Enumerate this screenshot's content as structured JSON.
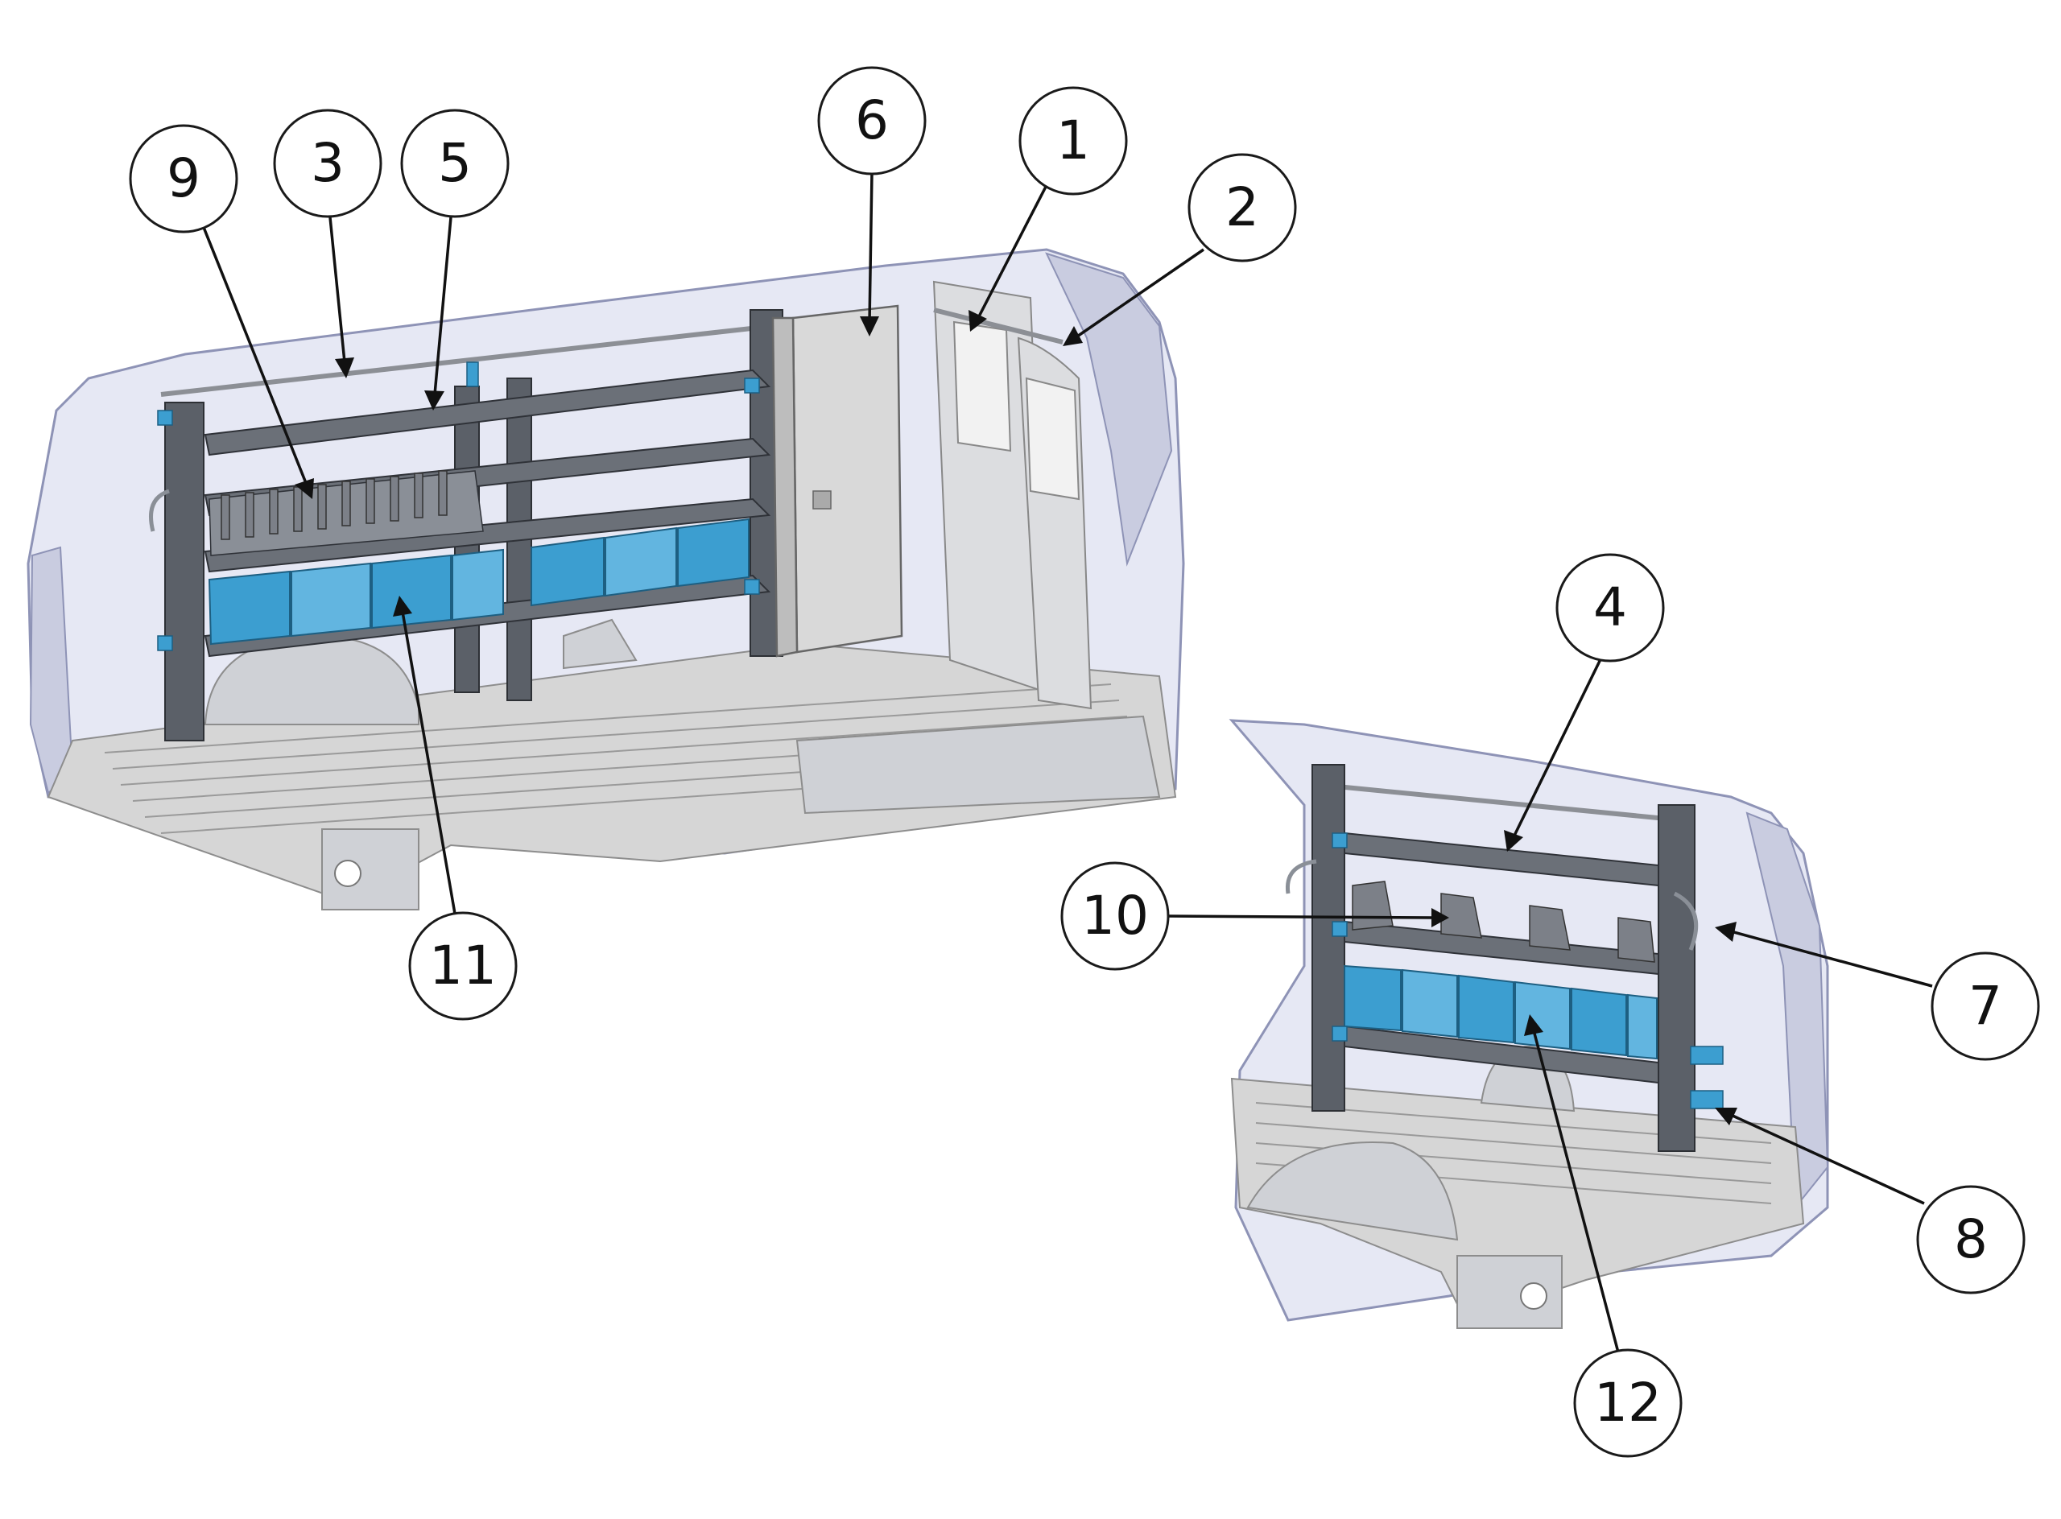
{
  "diagram": {
    "callouts": [
      {
        "label": "1"
      },
      {
        "label": "2"
      },
      {
        "label": "3"
      },
      {
        "label": "4"
      },
      {
        "label": "5"
      },
      {
        "label": "6"
      },
      {
        "label": "7"
      },
      {
        "label": "8"
      },
      {
        "label": "9"
      },
      {
        "label": "10"
      },
      {
        "label": "11"
      },
      {
        "label": "12"
      }
    ]
  },
  "colors": {
    "bins": "#3c9ed0",
    "shelving": "#5b6068",
    "van_body": "#e6e8f4",
    "floor": "#d6d6d6"
  }
}
